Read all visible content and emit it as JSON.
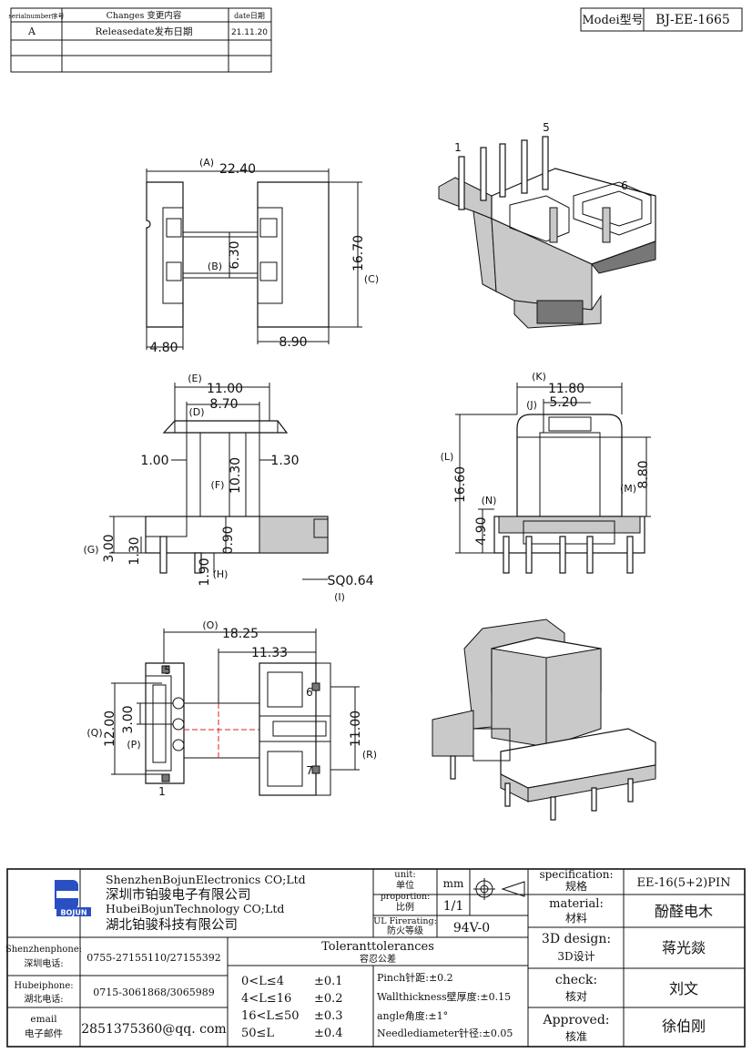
{
  "revision_table": {
    "headers": [
      "serialnumber序号",
      "Changes 变更内容",
      "date日期"
    ],
    "rows": [
      [
        "A",
        "Releasedate发布日期",
        "21.11.20"
      ],
      [
        "",
        "",
        ""
      ],
      [
        "",
        "",
        ""
      ]
    ]
  },
  "model": {
    "label": "Modei型号",
    "value": "BJ-EE-1665"
  },
  "top_view": {
    "dims": [
      "(A)",
      "22.40",
      "(B)",
      "6.30",
      "16.70",
      "(C)",
      "4.80",
      "8.90"
    ]
  },
  "iso_top": {
    "pins": [
      "1",
      "5",
      "6"
    ]
  },
  "front_view": {
    "dims": [
      "(E)",
      "11.00",
      "(D)",
      "8.70",
      "1.00",
      "1.30",
      "(F)",
      "10.30",
      "0.90",
      "(G)",
      "3.00",
      "1.30",
      "1.90",
      "(H)",
      "SQ0.64",
      "(I)"
    ]
  },
  "side_view": {
    "dims": [
      "(K)",
      "11.80",
      "(J)",
      "5.20",
      "(L)",
      "16.60",
      "(M)",
      "8.80",
      "(N)",
      "4.90"
    ]
  },
  "bottom_view": {
    "dims": [
      "(O)",
      "18.25",
      "11.33",
      "(Q)",
      "12.00",
      "3.00",
      "(P)",
      "11.00",
      "(R)"
    ],
    "pins": [
      "5",
      "6",
      "7",
      "1"
    ]
  },
  "title_block": {
    "company_en1": "ShenzhenBojunElectronics CO;Ltd",
    "company_cn1": "深圳市铂骏电子有限公司",
    "company_en2": "HubeiBojunTechnology CO;Ltd",
    "company_cn2": "湖北铂骏科技有限公司",
    "logo_text": "BOJUN",
    "unit_label_en": "unit:",
    "unit_label_cn": "单位",
    "unit_value": "mm",
    "proportion_label_en": "proportion:",
    "proportion_label_cn": "比例",
    "proportion_value": "1/1",
    "fire_label_en": "UL Firerating:",
    "fire_label_cn": "防火等级",
    "fire_value": "94V-0",
    "spec_label_en": "specification:",
    "spec_label_cn": "规格",
    "spec_value": "EE-16(5+2)PIN",
    "material_label_en": "material:",
    "material_label_cn": "材料",
    "material_value": "酚醛电木",
    "design_label_en": "3D design:",
    "design_label_cn": "3D设计",
    "design_value": "蒋光燚",
    "check_label_en": "check:",
    "check_label_cn": "核对",
    "check_value": "刘文",
    "approved_label_en": "Approved:",
    "approved_label_cn": "核准",
    "approved_value": "徐伯刚",
    "sz_phone_label_en": "Shenzhenphone:",
    "sz_phone_label_cn": "深圳电话:",
    "sz_phone": "0755-27155110/27155392",
    "hb_phone_label_en": "Hubeiphone:",
    "hb_phone_label_cn": "湖北电话:",
    "hb_phone": "0715-3061868/3065989",
    "email_label_en": "email",
    "email_label_cn": "电子邮件",
    "email": "2851375360@qq. com",
    "tol_title_en": "Toleranttolerances",
    "tol_title_cn": "容忍公差",
    "tol_ranges": [
      "0<L≤4",
      "4<L≤16",
      "16<L≤50",
      "50≤L"
    ],
    "tol_values": [
      "±0.1",
      "±0.2",
      "±0.3",
      "±0.4"
    ],
    "tol_notes": [
      "Pinch针距:±0.2",
      "Wallthickness壁厚度:±0.15",
      "angle角度:±1°",
      "Needlediameter针径:±0.05"
    ]
  }
}
